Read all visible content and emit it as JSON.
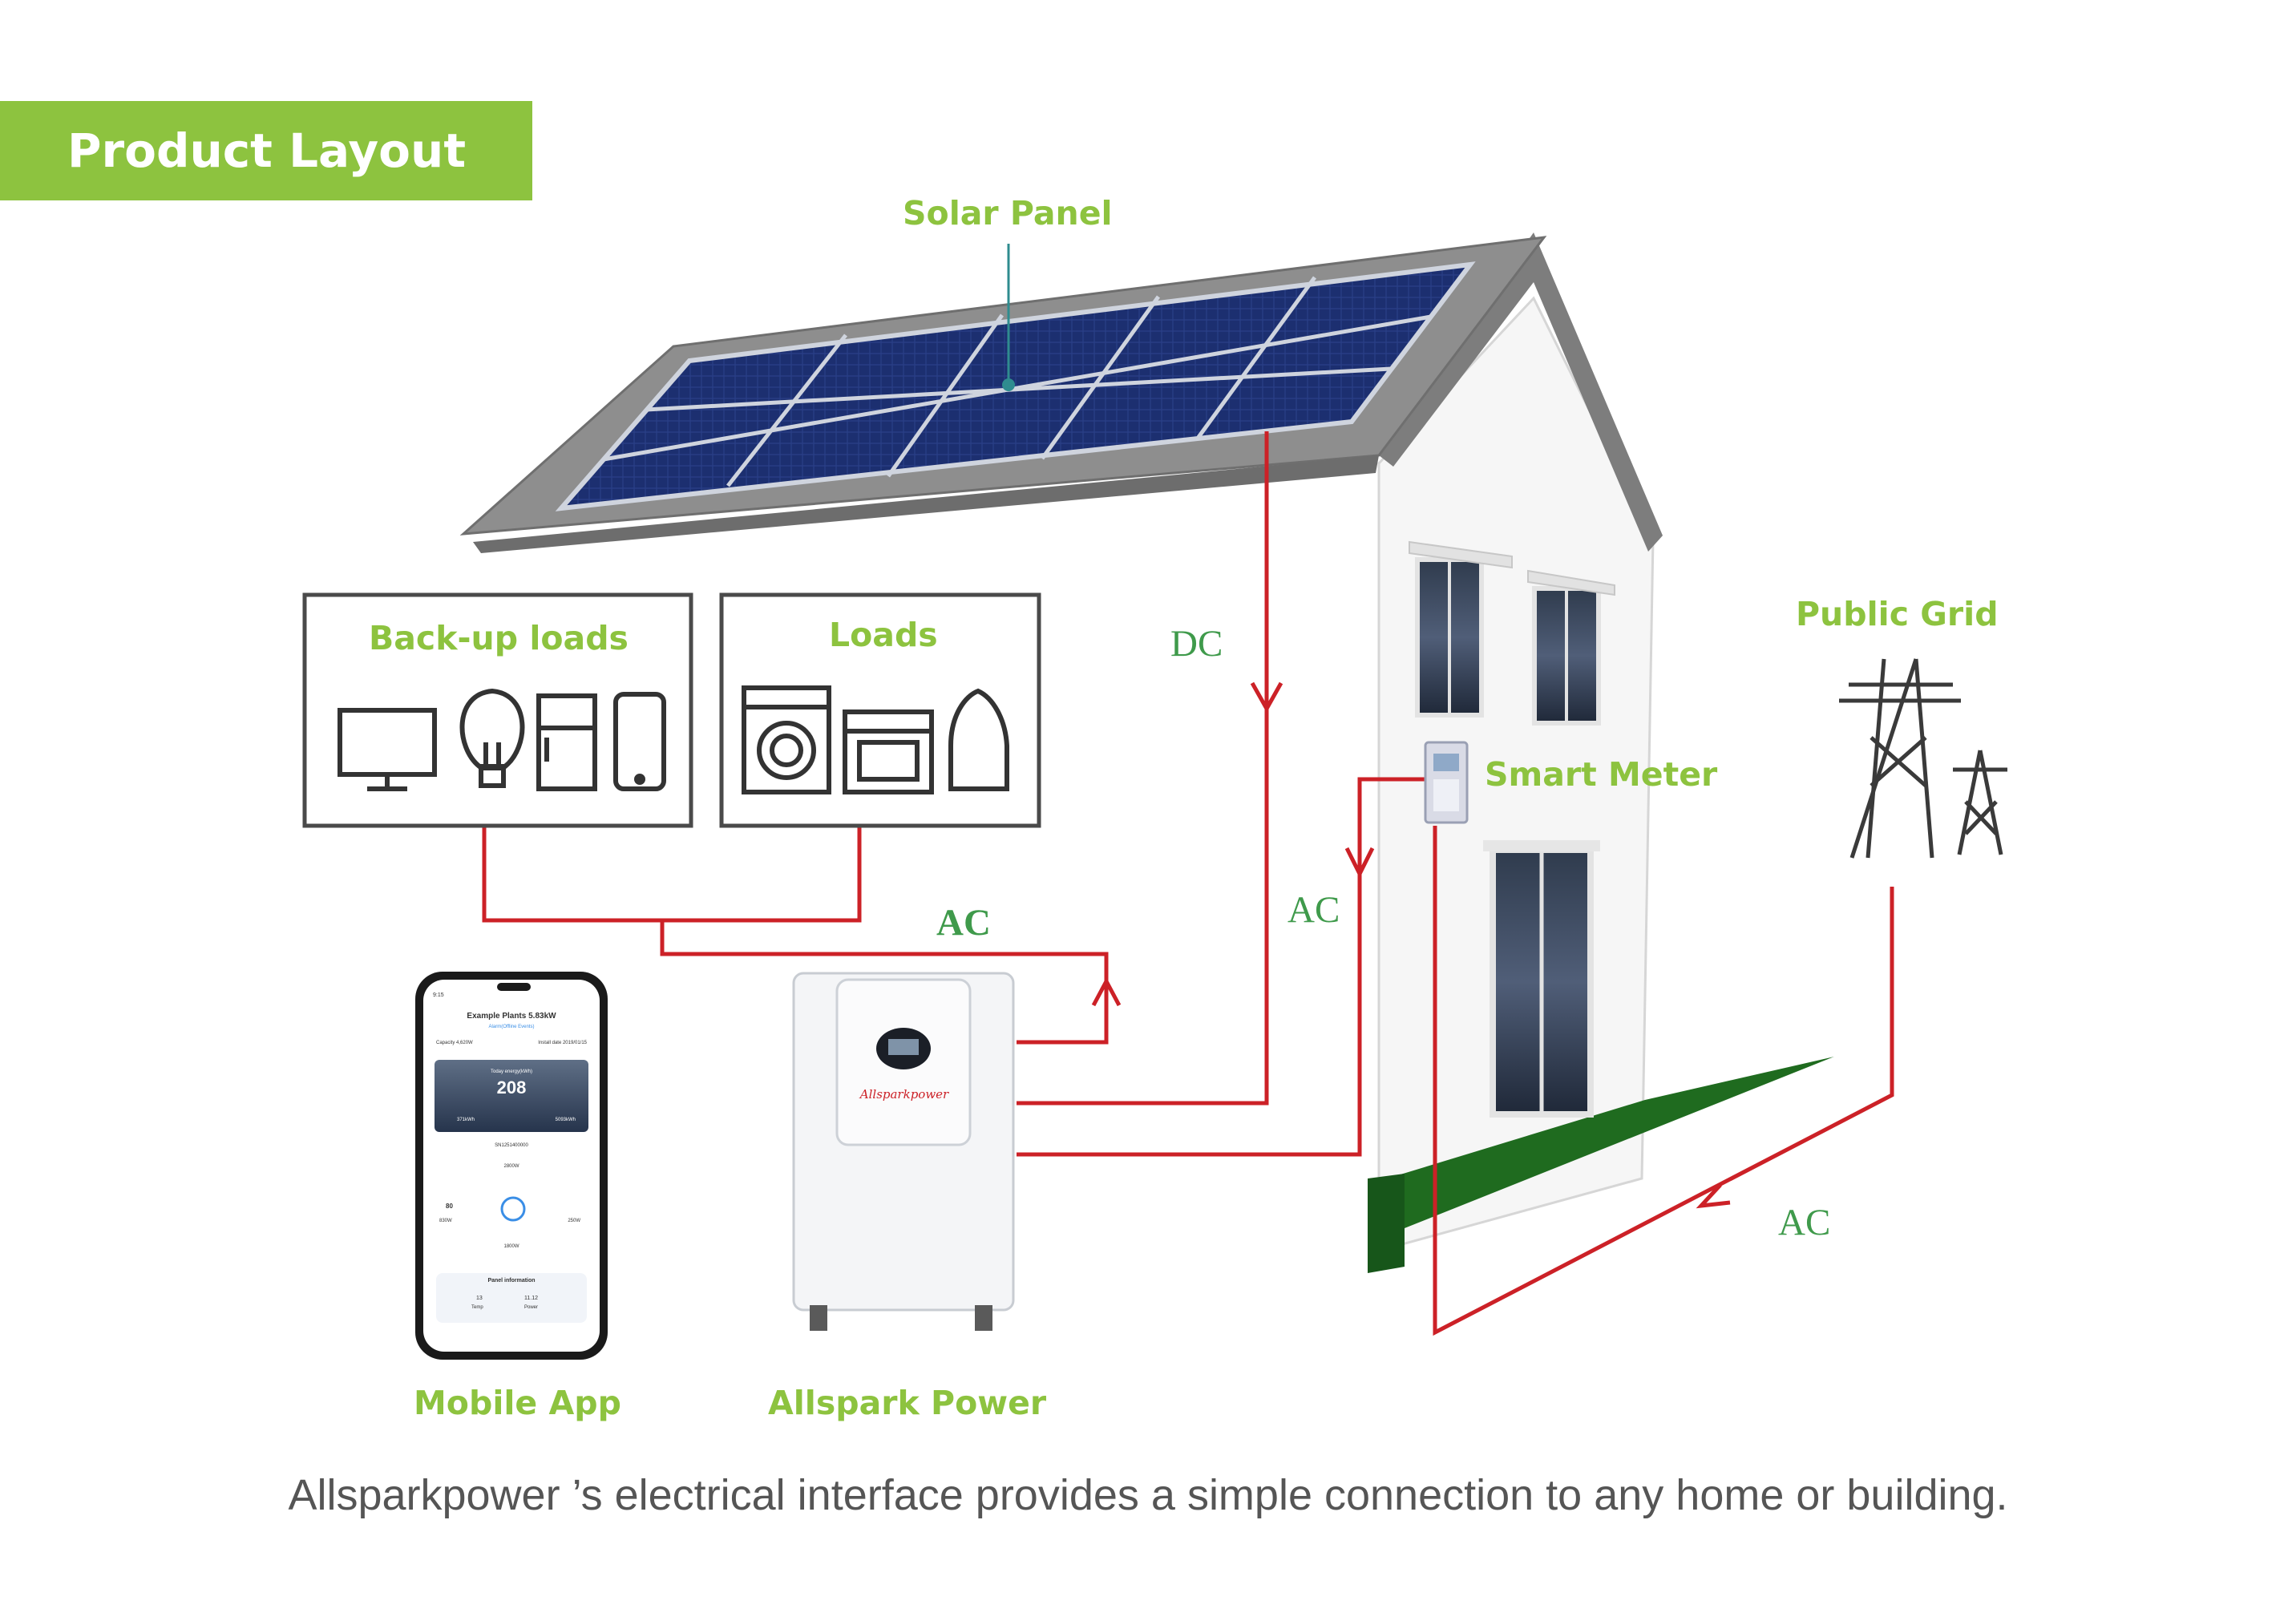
{
  "header": {
    "title": "Product Layout"
  },
  "components": {
    "solar_panel": "Solar Panel",
    "backup_loads": "Back-up loads",
    "loads": "Loads",
    "smart_meter": "Smart Meter",
    "public_grid": "Public Grid",
    "mobile_app": "Mobile App",
    "allspark_power": "Allspark Power"
  },
  "connections": {
    "dc": "DC",
    "ac_loads": "AC",
    "ac_meter": "AC",
    "ac_grid": "AC"
  },
  "device": {
    "brand_mark": "Allsparkpower"
  },
  "phone": {
    "time": "9:15",
    "plant_title": "Example Plants 5.83kW",
    "plant_tag": "Alarm(Offline Events)",
    "capacity_label": "Capacity 4,620W",
    "install_label": "Install date 2019/01/15",
    "energy_label": "Today energy(kWh)",
    "energy_value": "208",
    "month_value": "371kWh",
    "total_value": "5093kWh",
    "device_select": "SN1251400000",
    "pv_power": "2800W",
    "grid_power": "1800W",
    "home_power": "250W",
    "battery_percent": "80",
    "battery_power": "830W",
    "panel_info": "Panel information",
    "temp_value": "13",
    "temp_label": "Temp",
    "power_value": "11.12",
    "power_label": "Power"
  },
  "footer": {
    "caption": "Allsparkpower ’s electrical interface provides a simple connection to any home or building."
  },
  "colors": {
    "brand_green": "#8dc33f",
    "wire_red": "#cc2127",
    "flow_green": "#3f9a4b",
    "panel_blue": "#1c2f70"
  }
}
